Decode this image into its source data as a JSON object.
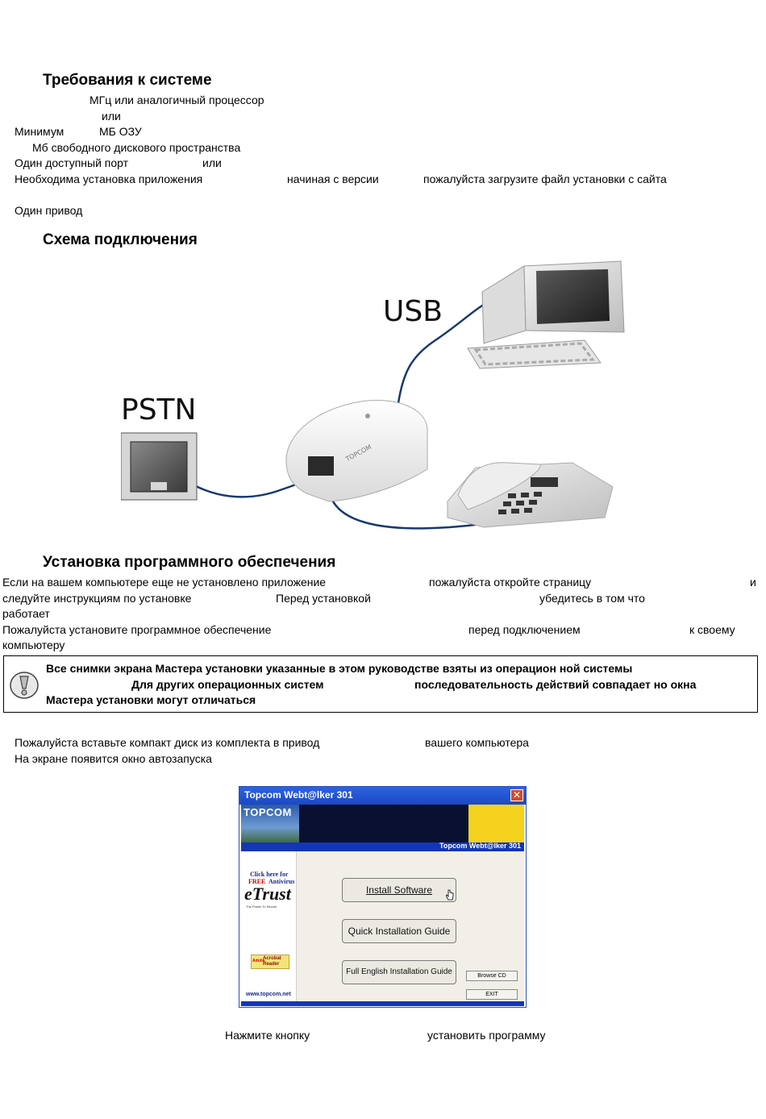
{
  "requirements": {
    "title": "Требования к системе",
    "lines": [
      "МГц или аналогичный процессор",
      "или",
      "Минимум",
      "МБ ОЗУ",
      "Мб свободного дискового пространства",
      "Один доступный порт",
      "или",
      "Необходима установка приложения",
      "начиная с версии",
      "пожалуйста  загрузите файл установки с сайта",
      "Один привод"
    ]
  },
  "connection": {
    "title": "Схема подключения",
    "usb_label": "USB",
    "pstn_label": "PSTN",
    "device_brand": "TOPCOM"
  },
  "install": {
    "title": "Установка программного обеспечения",
    "paragraph1": [
      "Если на вашем компьютере еще не установлено приложение",
      "пожалуйста  откройте страницу",
      "и",
      "следуйте инструкциям по установке",
      "Перед установкой",
      "убедитесь в том  что",
      "работает"
    ],
    "paragraph2": [
      "Пожалуйста  установите программное обеспечение",
      "перед подключением",
      "к своему",
      "компьютеру"
    ],
    "note": [
      "Все снимки экрана Мастера установки  указанные в этом руководстве  взяты из операцион ной системы",
      "Для других операционных систем",
      "последовательность действий совпадает  но окна",
      "Мастера установки могут отличаться"
    ],
    "step1": [
      "Пожалуйста  вставьте компакт диск из комплекта в привод",
      "вашего компьютера"
    ],
    "step2": "На экране появится окно автозапуска",
    "caption": [
      "Нажмите кнопку",
      "установить программу"
    ]
  },
  "window": {
    "title": "Topcom Webt@lker 301",
    "close_symbol": "✕",
    "logo": "TOPCOM",
    "subbar": "Topcom Webt@lker 301",
    "side": {
      "promo_line1": "Click here for",
      "promo_line2a": "FREE",
      "promo_line2b": "Antivirus",
      "etrust": "eTrust",
      "etrust_tag": "The Power To Secure",
      "adobe": "Adobe",
      "acrobat": "Acrobat Reader",
      "url": "www.topcom.net"
    },
    "buttons": {
      "install": "Install Software",
      "quick": "Quick Installation Guide",
      "full": "Full English Installation Guide",
      "browse": "Browse CD",
      "exit": "EXIT"
    }
  }
}
